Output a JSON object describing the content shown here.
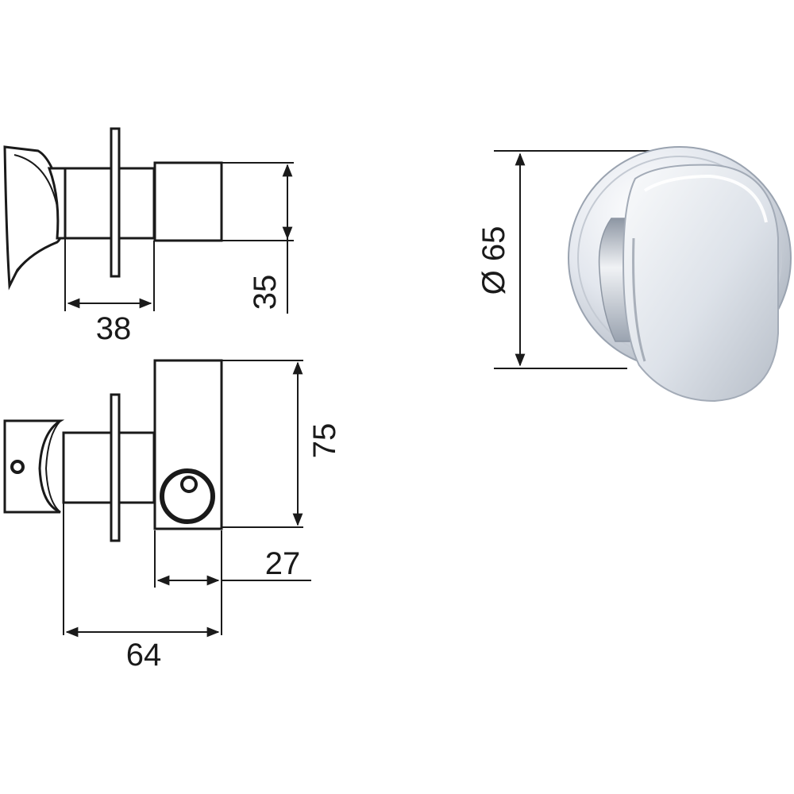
{
  "dimensions": {
    "top_view_width": "38",
    "top_view_height": "35",
    "side_view_height": "75",
    "side_view_body": "27",
    "side_view_depth": "64",
    "knob_diameter": "Ø 65"
  },
  "colors": {
    "line": "#1a1a1a",
    "chrome_light": "#f2f4f8",
    "chrome_mid": "#d6dbe3",
    "chrome_dark": "#9aa3b0",
    "background": "#ffffff"
  }
}
